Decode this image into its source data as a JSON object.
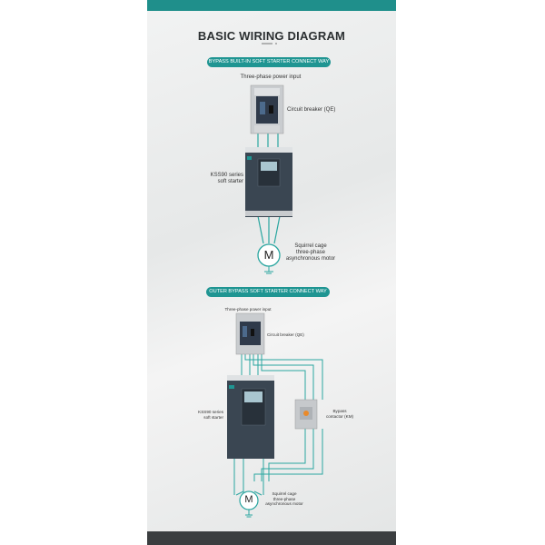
{
  "title": "BASIC WIRING DIAGRAM",
  "section1": {
    "heading": "BYPASS BUILT-IN SOFT STARTER CONNECT WAY",
    "power_input": "Three-phase power input",
    "breaker": "Circuit breaker (QE)",
    "starter_line1": "KSS90 series",
    "starter_line2": "soft starter",
    "motor_symbol": "M",
    "motor_line1": "Squirrel cage",
    "motor_line2": "three-phase",
    "motor_line3": "asynchronous motor"
  },
  "section2": {
    "heading": "OUTER BYPASS SOFT STARTER CONNECT WAY",
    "power_input": "Three-phase power input",
    "breaker": "Circuit breaker (QE)",
    "starter_line1": "KSS90 series",
    "starter_line2": "soft starter",
    "contactor_line1": "Bypass",
    "contactor_line2": "contactor (KM)",
    "motor_symbol": "M",
    "motor_line1": "Squirrel cage",
    "motor_line2": "three-phase",
    "motor_line3": "asynchronous motor"
  },
  "colors": {
    "accent": "#1f9592",
    "wire": "#2aa6a0",
    "device": "#3a4652"
  }
}
